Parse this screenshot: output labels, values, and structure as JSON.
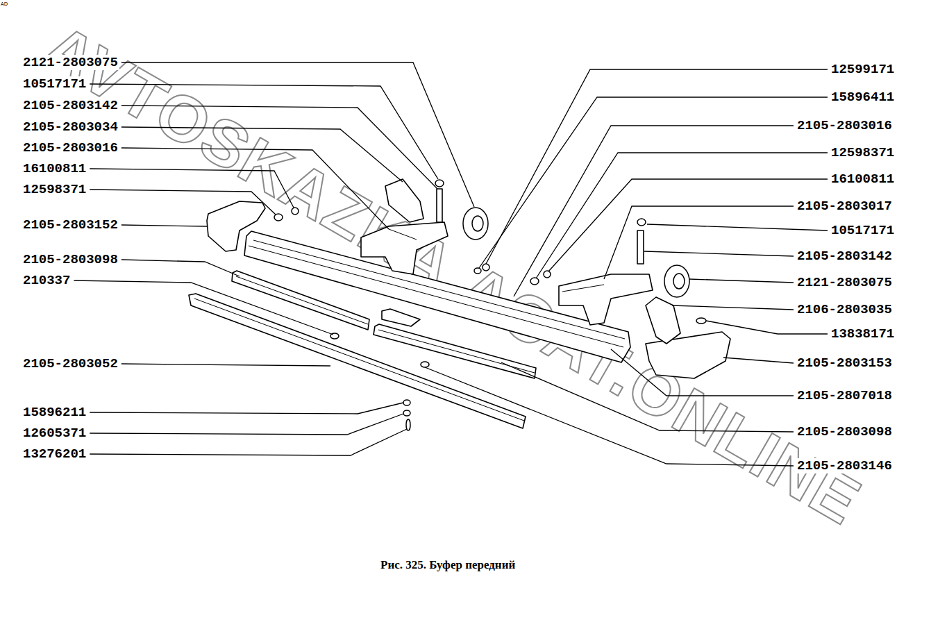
{
  "diagram": {
    "caption": "Рис. 325. Буфер передний",
    "labels": [
      "AD",
      "2121-2803075",
      "10517171",
      "2105-2803142",
      "2105-2803034",
      "2105-2803016",
      "16100811",
      "12598371",
      "2105-2803152",
      "2105-2803098",
      "210337",
      "2105-2803052",
      "15896211",
      "12605371",
      "13276201",
      "12599171",
      "15896411",
      "2105-2803016",
      "12598371",
      "16100811",
      "2105-2803017",
      "10517171",
      "2105-2803142",
      "2121-2803075",
      "2106-2803035",
      "13838171",
      "2105-2803153",
      "2105-2807018",
      "2105-2803098",
      "2105-2803146",
      "AVTOSKAZKA.ACAT.ONLINE"
    ]
  }
}
